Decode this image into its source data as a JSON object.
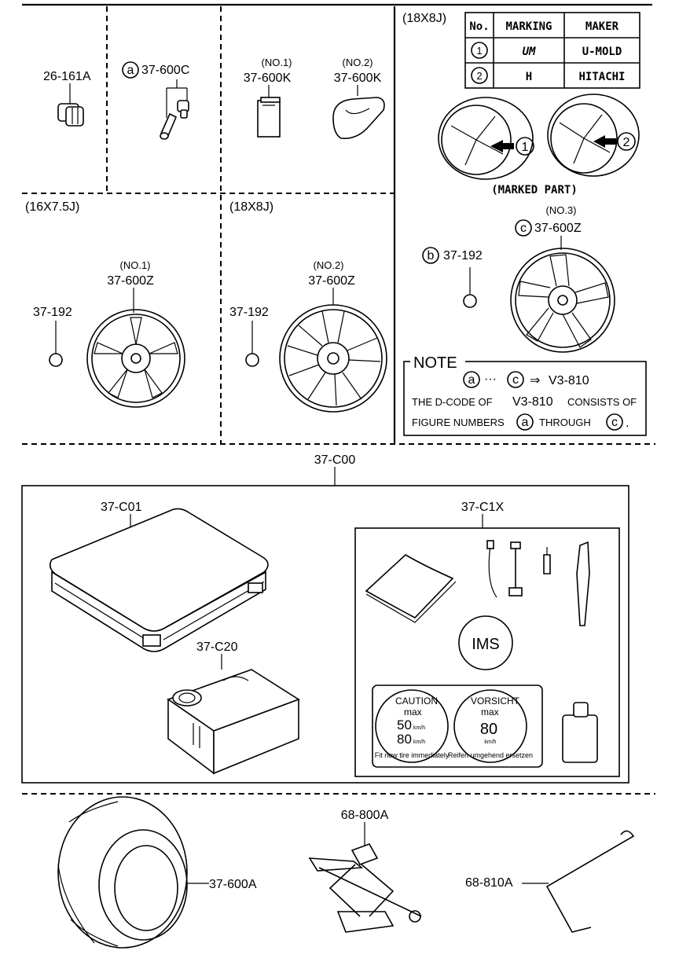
{
  "callouts": {
    "p26_161A": "26-161A",
    "p37_600C": "37-600C",
    "p37_600C_badge": "a",
    "no1_k": "(NO.1)",
    "p37_600K_1": "37-600K",
    "no2_k": "(NO.2)",
    "p37_600K_2": "37-600K",
    "size_18x8j_top": "(18X8J)",
    "size_16x75j": "(16X7.5J)",
    "size_18x8j_mid": "(18X8J)",
    "no1_z": "(NO.1)",
    "p37_600Z_1": "37-600Z",
    "no2_z": "(NO.2)",
    "p37_600Z_2": "37-600Z",
    "no3_z": "(NO.3)",
    "p37_600Z_3": "37-600Z",
    "p37_600Z_3_badge": "c",
    "p37_192_a": "37-192",
    "p37_192_b": "37-192",
    "p37_192_c": "37-192",
    "p37_192_c_badge": "b",
    "marked_part": "(MARKED PART)",
    "p37_C00": "37-C00",
    "p37_C01": "37-C01",
    "p37_C1X": "37-C1X",
    "p37_C20": "37-C20",
    "p37_600A": "37-600A",
    "p68_800A": "68-800A",
    "p68_810A": "68-810A",
    "ims": "IMS"
  },
  "arrows": {
    "one": "1",
    "two": "2"
  },
  "maker_table": {
    "headers": [
      "No.",
      "MARKING",
      "MAKER"
    ],
    "rows": [
      {
        "no": "1",
        "marking": "UM",
        "maker": "U-MOLD"
      },
      {
        "no": "2",
        "marking": "H",
        "maker": "HITACHI"
      }
    ]
  },
  "note": {
    "title": "NOTE",
    "badge_a": "a",
    "dots": "···",
    "badge_c": "c",
    "arrow": "⇒",
    "code": "V3-810",
    "line2_pre": "THE D-CODE OF",
    "line2_code": "V3-810",
    "line2_post": "CONSISTS OF",
    "line3_pre": "FIGURE NUMBERS",
    "line3_badge_a": "a",
    "line3_mid": "THROUGH",
    "line3_badge_c": "c",
    "line3_end": "."
  },
  "stickers": {
    "caution": {
      "title": "CAUTION",
      "max": "max",
      "speed1": "50",
      "unit1": "km/h",
      "speed2": "80",
      "unit2": "km/h",
      "footer": "Fit new tire immediately"
    },
    "vorsicht": {
      "title": "VORSICHT",
      "max": "max",
      "speed": "80",
      "unit": "km/h",
      "footer": "Reifen umgehend ersetzen"
    }
  }
}
